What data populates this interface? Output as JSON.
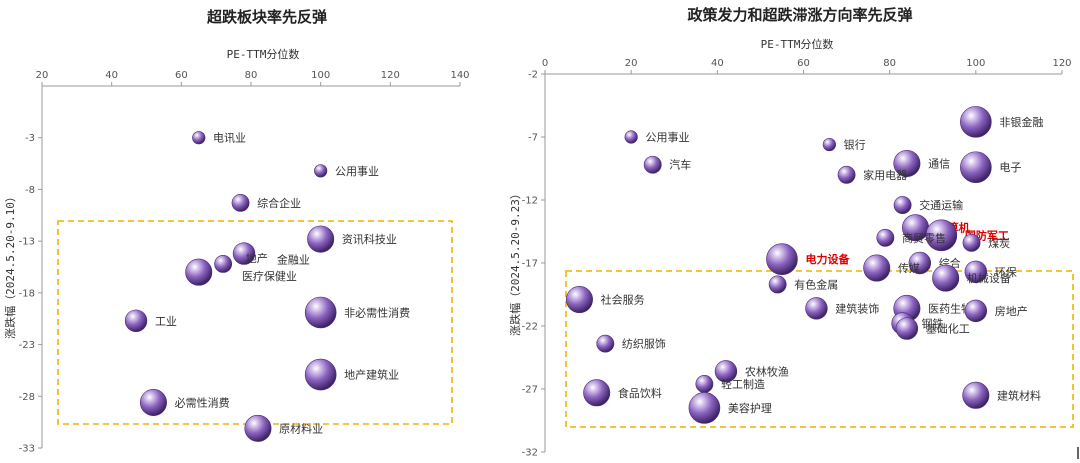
{
  "chart_data": [
    {
      "type": "scatter",
      "title": "超跌板块率先反弹",
      "xlabel": "PE-TTM分位数",
      "ylabel": "涨跌幅（2024.5.20-9.10）",
      "xlim": [
        20,
        140
      ],
      "ylim": [
        -33,
        2
      ],
      "xticks": [
        20,
        40,
        60,
        80,
        100,
        120,
        140
      ],
      "yticks": [
        -3,
        -8,
        -13,
        -18,
        -23,
        -28,
        -33
      ],
      "x_axis_position": "top",
      "y_axis_reversed": false,
      "highlight_box": "dashed orange box around lower region",
      "points": [
        {
          "name": "电讯业",
          "x": 65,
          "y": -3,
          "size": 1
        },
        {
          "name": "公用事业",
          "x": 100,
          "y": -6.2,
          "size": 1
        },
        {
          "name": "综合企业",
          "x": 77,
          "y": -9.3,
          "size": 2
        },
        {
          "name": "资讯科技业",
          "x": 100,
          "y": -12.8,
          "size": 4
        },
        {
          "name": "金融业",
          "x": 78,
          "y": -14.2,
          "size": 3
        },
        {
          "name": "地产",
          "x": 72,
          "y": -15.2,
          "size": 2
        },
        {
          "name": "医疗保健业",
          "x": 65,
          "y": -16,
          "size": 4
        },
        {
          "name": "工业",
          "x": 47,
          "y": -20.7,
          "size": 3
        },
        {
          "name": "非必需性消费",
          "x": 100,
          "y": -19.9,
          "size": 5
        },
        {
          "name": "地产建筑业",
          "x": 100,
          "y": -25.9,
          "size": 5
        },
        {
          "name": "必需性消费",
          "x": 52,
          "y": -28.6,
          "size": 4
        },
        {
          "name": "原材料业",
          "x": 82,
          "y": -31.1,
          "size": 4
        }
      ]
    },
    {
      "type": "scatter",
      "title": "政策发力和超跌滞涨方向率先反弹",
      "xlabel": "PE-TTM分位数",
      "ylabel": "涨跌幅（2024.5.20-9.23）",
      "xlim": [
        0,
        120
      ],
      "ylim": [
        -32,
        -2
      ],
      "xticks": [
        0,
        20,
        40,
        60,
        80,
        100,
        120
      ],
      "yticks": [
        -2,
        -7,
        -12,
        -17,
        -22,
        -27,
        -32
      ],
      "x_axis_position": "top",
      "highlight_box": "dashed orange box around lower region",
      "points": [
        {
          "name": "非银金融",
          "x": 100,
          "y": -5.8,
          "size": 5
        },
        {
          "name": "公用事业",
          "x": 20,
          "y": -7,
          "size": 1
        },
        {
          "name": "银行",
          "x": 66,
          "y": -7.6,
          "size": 1
        },
        {
          "name": "通信",
          "x": 84,
          "y": -9.1,
          "size": 4
        },
        {
          "name": "电子",
          "x": 100,
          "y": -9.4,
          "size": 5
        },
        {
          "name": "汽车",
          "x": 25,
          "y": -9.2,
          "size": 2
        },
        {
          "name": "家用电器",
          "x": 70,
          "y": -10,
          "size": 2
        },
        {
          "name": "交通运输",
          "x": 83,
          "y": -12.4,
          "size": 2
        },
        {
          "name": "计算机",
          "x": 86,
          "y": -14.2,
          "size": 4
        },
        {
          "name": "国防军工",
          "x": 92,
          "y": -14.8,
          "size": 5
        },
        {
          "name": "商贸零售",
          "x": 79,
          "y": -15,
          "size": 2
        },
        {
          "name": "煤炭",
          "x": 99,
          "y": -15.4,
          "size": 2
        },
        {
          "name": "电力设备",
          "x": 55,
          "y": -16.7,
          "size": 5
        },
        {
          "name": "综合",
          "x": 87,
          "y": -17,
          "size": 3
        },
        {
          "name": "环保",
          "x": 100,
          "y": -17.7,
          "size": 3
        },
        {
          "name": "传媒",
          "x": 77,
          "y": -17.4,
          "size": 4
        },
        {
          "name": "机械设备",
          "x": 93,
          "y": -18.2,
          "size": 4
        },
        {
          "name": "社会服务",
          "x": 8,
          "y": -19.9,
          "size": 4
        },
        {
          "name": "有色金属",
          "x": 54,
          "y": -18.7,
          "size": 2
        },
        {
          "name": "建筑装饰",
          "x": 63,
          "y": -20.6,
          "size": 3
        },
        {
          "name": "医药生物",
          "x": 84,
          "y": -20.6,
          "size": 4
        },
        {
          "name": "房地产",
          "x": 100,
          "y": -20.8,
          "size": 3
        },
        {
          "name": "钢铁",
          "x": 83,
          "y": -21.8,
          "size": 3
        },
        {
          "name": "基础化工",
          "x": 84,
          "y": -22.2,
          "size": 3
        },
        {
          "name": "纺织服饰",
          "x": 14,
          "y": -23.4,
          "size": 2
        },
        {
          "name": "农林牧渔",
          "x": 42,
          "y": -25.6,
          "size": 3
        },
        {
          "name": "轻工制造",
          "x": 37,
          "y": -26.6,
          "size": 2
        },
        {
          "name": "食品饮料",
          "x": 12,
          "y": -27.3,
          "size": 4
        },
        {
          "name": "建筑材料",
          "x": 100,
          "y": -27.5,
          "size": 4
        },
        {
          "name": "美容护理",
          "x": 37,
          "y": -28.5,
          "size": 5
        }
      ]
    }
  ]
}
